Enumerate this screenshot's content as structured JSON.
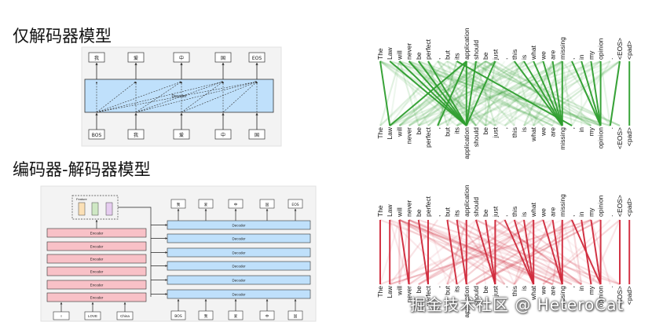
{
  "headings": {
    "decoder_only": "仅解码器模型",
    "encoder_decoder": "编码器-解码器模型"
  },
  "decoder_only_diagram": {
    "outputs": [
      "我",
      "爱",
      "中",
      "国",
      "EOS"
    ],
    "decoder_label": "Decoder",
    "inputs": [
      "BOS",
      "我",
      "爱",
      "中",
      "国"
    ]
  },
  "encoder_decoder_diagram": {
    "feature_label": "Feature",
    "encoder_label": "Encoder",
    "encoder_count": 6,
    "decoder_label": "Decoder",
    "decoder_count": 6,
    "encoder_inputs": [
      "I",
      "LOVE",
      "China"
    ],
    "decoder_outputs": [
      "我",
      "爱",
      "中",
      "国",
      "EOS"
    ],
    "decoder_inputs": [
      "BOS",
      "我",
      "爱",
      "中",
      "国"
    ]
  },
  "attention_top": {
    "tokens": [
      "The",
      "Law",
      "will",
      "never",
      "be",
      "perfect",
      ",",
      "but",
      "its",
      "application",
      "should",
      "be",
      "just",
      ",",
      "this",
      "is",
      "what",
      "we",
      "are",
      "missing",
      ",",
      "in",
      "my",
      "opinion",
      ".",
      "<EOS>",
      "<pad>"
    ],
    "color": "#2e9e2e"
  },
  "attention_bottom": {
    "tokens": [
      "The",
      "Law",
      "will",
      "never",
      "be",
      "perfect",
      ",",
      "but",
      "its",
      "application",
      "should",
      "be",
      "just",
      ",",
      "this",
      "is",
      "what",
      "we",
      "are",
      "missing",
      ",",
      "in",
      "my",
      "opinion",
      ".",
      "<EOS>",
      "<pad>"
    ],
    "color": "#d0283a"
  },
  "watermark": "掘金技术社区 @ HeteroCat"
}
